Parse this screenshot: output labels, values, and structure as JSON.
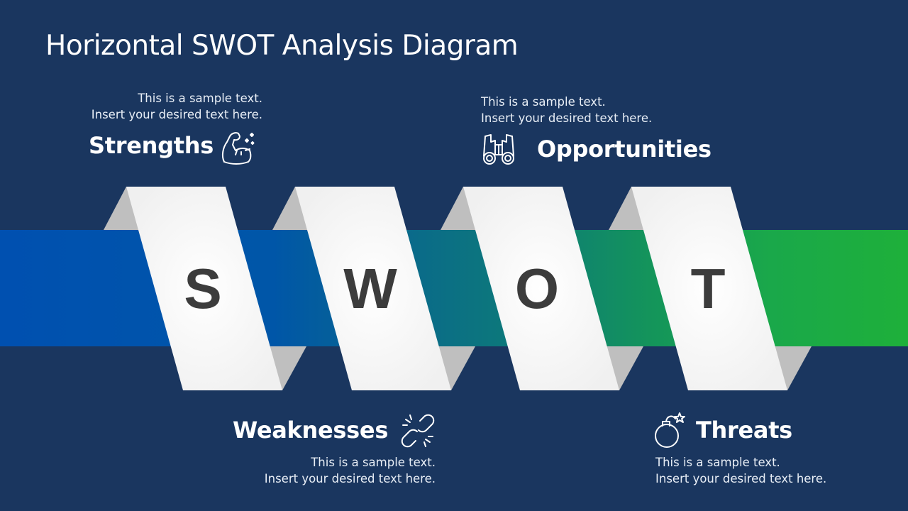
{
  "slide": {
    "title": "Horizontal SWOT Analysis Diagram",
    "background_color": "#1A365F"
  },
  "band": {
    "gradient_colors": [
      "#0050B0",
      "#055E9A",
      "#0B7280",
      "#12935C",
      "#1EB03A"
    ]
  },
  "ribbons": [
    {
      "letter": "S",
      "fill": "#FFFFFF",
      "fold_color": "#BFBFBF",
      "letter_color": "#3C3C3C"
    },
    {
      "letter": "W",
      "fill": "#FFFFFF",
      "fold_color": "#BFBFBF",
      "letter_color": "#3C3C3C"
    },
    {
      "letter": "O",
      "fill": "#FFFFFF",
      "fold_color": "#BFBFBF",
      "letter_color": "#3C3C3C"
    },
    {
      "letter": "T",
      "fill": "#FFFFFF",
      "fold_color": "#BFBFBF",
      "letter_color": "#3C3C3C"
    }
  ],
  "sections": {
    "strengths": {
      "heading": "Strengths",
      "icon": "flexed-bicep-icon",
      "line1": "This is a sample text.",
      "line2": "Insert your desired text here."
    },
    "weaknesses": {
      "heading": "Weaknesses",
      "icon": "broken-link-icon",
      "line1": "This is a sample text.",
      "line2": "Insert your desired text here."
    },
    "opportunities": {
      "heading": "Opportunities",
      "icon": "binoculars-icon",
      "line1": "This is a sample text.",
      "line2": "Insert your desired text here."
    },
    "threats": {
      "heading": "Threats",
      "icon": "bomb-icon",
      "line1": "This is a sample text.",
      "line2": "Insert your desired text here."
    }
  }
}
